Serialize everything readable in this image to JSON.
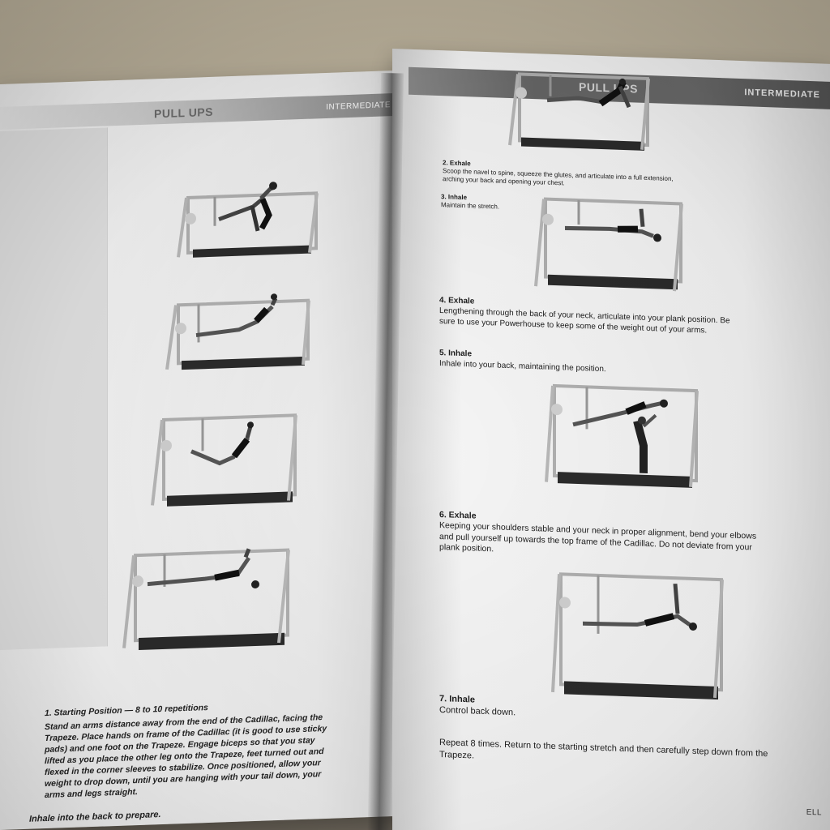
{
  "book": {
    "left_page": {
      "header_title": "PULL UPS",
      "header_level": "INTERMEDIATE",
      "step_1": {
        "title": "1. Starting Position — 8 to 10 repetitions",
        "body": "Stand an arms distance away from the end of the Cadillac, facing the Trapeze. Place hands on frame of the Cadillac (it is good to use sticky pads) and one foot on the Trapeze. Engage biceps so that you stay lifted as you place the other leg onto the Trapeze, feet turned out and flexed in the corner sleeves to stabilize. Once positioned, allow your weight to drop down, until you are hanging with your tail down, your arms and legs straight."
      },
      "prepare_text": "Inhale into the back to prepare."
    },
    "right_page": {
      "header_title": "PULL UPS",
      "header_level": "INTERMEDIATE",
      "step_2": {
        "title": "2. Exhale",
        "body": "Scoop the navel to spine, squeeze the glutes, and articulate into a full extension, arching your back and opening your chest."
      },
      "step_3": {
        "title": "3. Inhale",
        "body": "Maintain the stretch."
      },
      "step_4": {
        "title": "4. Exhale",
        "body": "Lengthening through the back of your neck, articulate into your plank position. Be sure to use your Powerhouse to keep some of the weight out of your arms."
      },
      "step_5": {
        "title": "5. Inhale",
        "body": "Inhale into your back, maintaining the position."
      },
      "step_6": {
        "title": "6. Exhale",
        "body": "Keeping your shoulders stable and your neck in proper alignment, bend your elbows and pull yourself up towards the top frame of the Cadillac. Do not deviate from your plank position."
      },
      "step_7": {
        "title": "7. Inhale",
        "body": "Control back down."
      },
      "repeat_text": "Repeat 8 times. Return to the starting stretch and then carefully step down from the Trapeze.",
      "footer": "ELL"
    }
  }
}
